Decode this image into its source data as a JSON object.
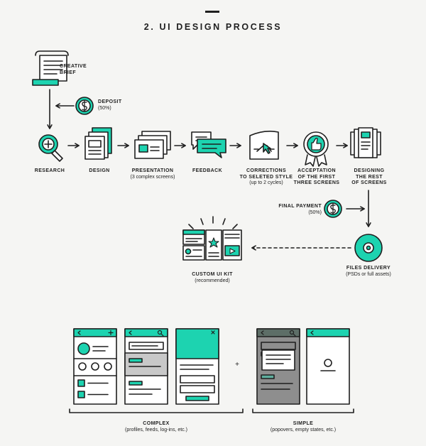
{
  "title": "2. UI DESIGN PROCESS",
  "colors": {
    "accent": "#1dd3b0",
    "ink": "#1f1f1f",
    "background": "#f5f5f3",
    "gray": "#c8c8c8"
  },
  "brief": {
    "label_1": "CREATIVE",
    "label_2": "BRIEF"
  },
  "deposit": {
    "label": "DEPOSIT",
    "sub": "(50%)"
  },
  "steps": [
    {
      "l1": "RESEARCH"
    },
    {
      "l1": "DESIGN"
    },
    {
      "l1": "PRESENTATION",
      "sub": "(3 complex screens)"
    },
    {
      "l1": "FEEDBACK"
    },
    {
      "l1": "CORRECTIONS",
      "l2": "TO SELETED STYLE",
      "sub": "(up to 2 cycles)"
    },
    {
      "l1": "ACCEPTATION",
      "l2": "OF THE FIRST",
      "l3": "THREE SCREENS"
    },
    {
      "l1": "DESIGNING",
      "l2": "THE REST",
      "l3": "OF SCREENS"
    }
  ],
  "final_payment": {
    "label": "FINAL PAYMENT",
    "sub": "(50%)"
  },
  "files_delivery": {
    "label": "FILES DELIVERY",
    "sub": "(PSDs or full assets)"
  },
  "ui_kit": {
    "label": "CUSTOM UI KIT",
    "sub": "(recommended)"
  },
  "plus": "+",
  "complex": {
    "label": "COMPLEX",
    "sub": "(profiles, feeds, log-ins, etc.)"
  },
  "simple": {
    "label": "SIMPLE",
    "sub": "(popovers, empty states, etc.)"
  }
}
